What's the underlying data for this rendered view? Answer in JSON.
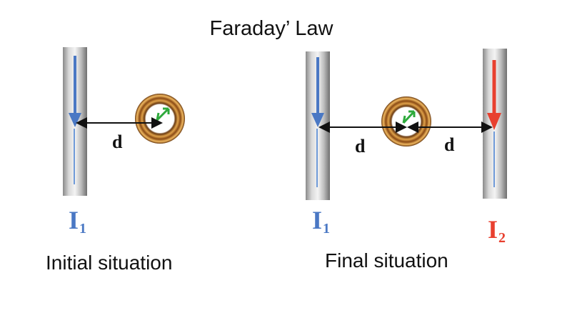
{
  "title": "Faraday’ Law",
  "captions": {
    "initial": "Initial situation",
    "final": "Final situation"
  },
  "currents": {
    "initial_wire": {
      "symbol": "I",
      "subscript": "1",
      "color": "#4a78c4"
    },
    "final_left_wire": {
      "symbol": "I",
      "subscript": "1",
      "color": "#4a78c4"
    },
    "final_right_wire": {
      "symbol": "I",
      "subscript": "2",
      "color": "#e8402f"
    }
  },
  "distances": {
    "initial": "d",
    "final_left": "d",
    "final_right": "d"
  },
  "colors": {
    "current_blue": "#4a78c4",
    "current_red": "#e8402f",
    "loop_copper": "#b5651d",
    "loop_marker_green": "#2eaa3c"
  },
  "icons": [
    "wire-icon",
    "copper-loop-icon",
    "current-arrow-icon"
  ]
}
